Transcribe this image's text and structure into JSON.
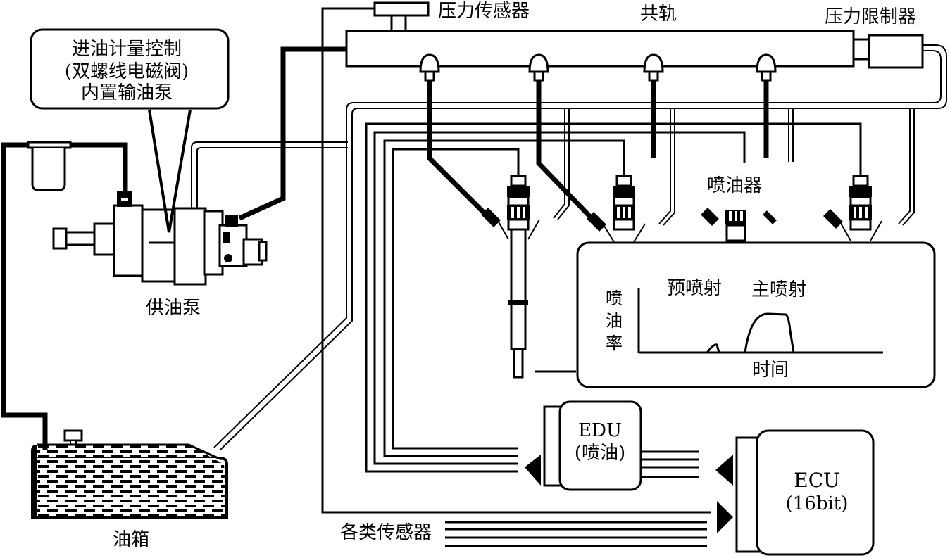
{
  "diagram": {
    "title": "Common Rail Diesel Injection System",
    "colors": {
      "ink": "#000000",
      "background": "#ffffff"
    },
    "labels": {
      "pressure_sensor": "压力传感器",
      "common_rail": "共轨",
      "pressure_limiter": "压力限制器",
      "callout_line1": "进油计量控制",
      "callout_line2": "(双螺线电磁阀)",
      "callout_line3": "内置输油泵",
      "supply_pump": "供油泵",
      "injector": "喷油器",
      "fuel_tank": "油箱",
      "various_sensors": "各类传感器",
      "edu_line1": "EDU",
      "edu_line2": "(喷油)",
      "ecu_line1": "ECU",
      "ecu_line2": "(16bit)"
    },
    "injection_chart": {
      "y_axis_label": [
        "喷",
        "油",
        "率"
      ],
      "x_axis_label": "时间",
      "pilot_label": "预喷射",
      "main_label": "主喷射"
    },
    "components": [
      {
        "id": "supply-pump",
        "name": "供油泵"
      },
      {
        "id": "common-rail",
        "name": "共轨"
      },
      {
        "id": "pressure-sensor",
        "name": "压力传感器"
      },
      {
        "id": "pressure-limiter",
        "name": "压力限制器"
      },
      {
        "id": "injectors",
        "name": "喷油器",
        "count": 4
      },
      {
        "id": "fuel-tank",
        "name": "油箱"
      },
      {
        "id": "edu",
        "name": "EDU"
      },
      {
        "id": "ecu",
        "name": "ECU"
      }
    ]
  }
}
